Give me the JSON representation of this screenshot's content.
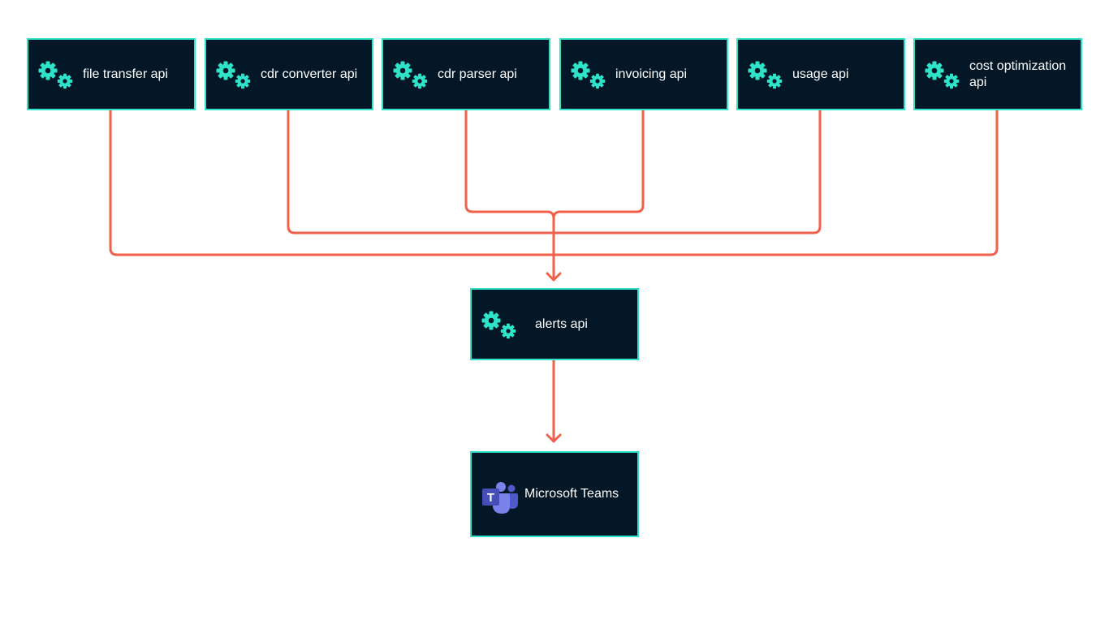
{
  "colors": {
    "node_fill": "#031726",
    "node_border": "#2ee3c9",
    "gear": "#2ee3c9",
    "connector": "#f0604a",
    "label": "#ffffff",
    "teams_purple": "#5059c9",
    "teams_dark": "#464eb8",
    "teams_light": "#7b83eb"
  },
  "nodes": {
    "file_transfer": {
      "label": "file transfer api",
      "icon": "gears-icon"
    },
    "cdr_converter": {
      "label": "cdr converter api",
      "icon": "gears-icon"
    },
    "cdr_parser": {
      "label": "cdr parser api",
      "icon": "gears-icon"
    },
    "invoicing": {
      "label": "invoicing api",
      "icon": "gears-icon"
    },
    "usage": {
      "label": "usage api",
      "icon": "gears-icon"
    },
    "cost_optimization": {
      "label": "cost optimization api",
      "icon": "gears-icon"
    },
    "alerts": {
      "label": "alerts api",
      "icon": "gears-icon"
    },
    "teams": {
      "label": "Microsoft Teams",
      "icon": "microsoft-teams-icon",
      "icon_letter": "T"
    }
  },
  "edges": [
    {
      "from": "file_transfer",
      "to": "alerts"
    },
    {
      "from": "cdr_converter",
      "to": "alerts"
    },
    {
      "from": "cdr_parser",
      "to": "alerts"
    },
    {
      "from": "invoicing",
      "to": "alerts"
    },
    {
      "from": "usage",
      "to": "alerts"
    },
    {
      "from": "cost_optimization",
      "to": "alerts"
    },
    {
      "from": "alerts",
      "to": "teams"
    }
  ]
}
